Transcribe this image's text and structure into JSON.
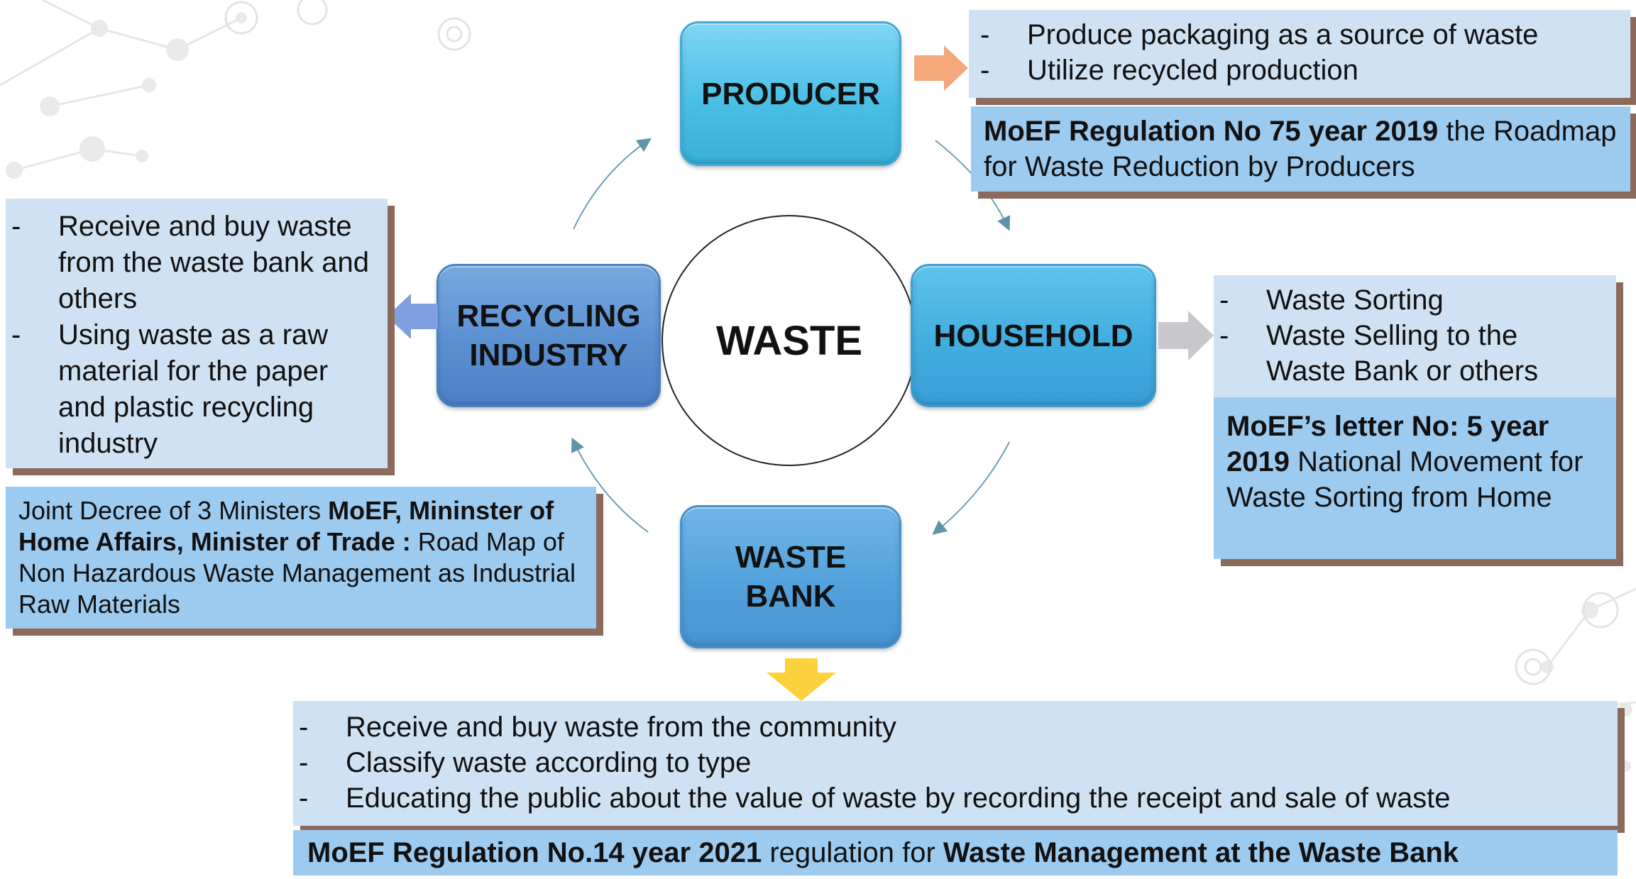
{
  "center": {
    "label": "WASTE"
  },
  "nodes": {
    "producer": "PRODUCER",
    "household": "HOUSEHOLD",
    "recycling_line1": "RECYCLING",
    "recycling_line2": "INDUSTRY",
    "bank_line1": "WASTE",
    "bank_line2": "BANK"
  },
  "producer_info": {
    "bullets": [
      "Produce packaging as a source of waste",
      "Utilize recycled production"
    ],
    "regulation_bold": "MoEF Regulation No 75 year 2019",
    "regulation_text": " the Roadmap for Waste Reduction by Producers"
  },
  "household_info": {
    "bullets": [
      "Waste Sorting",
      "Waste Selling to the Waste Bank or others"
    ],
    "regulation_bold": "MoEF’s letter No: 5 year 2019",
    "regulation_text": " National Movement for Waste Sorting from Home"
  },
  "recycling_info": {
    "bullets": [
      "Receive and buy waste from the waste bank and others",
      "Using waste as a raw material for the paper and plastic recycling industry"
    ],
    "decree_prefix": "Joint Decree of 3 Ministers ",
    "decree_bold": "MoEF, Mininster of Home Affairs, Minister of Trade :",
    "decree_text": " Road Map of Non Hazardous Waste Management as Industrial Raw Materials"
  },
  "bank_info": {
    "bullets": [
      "Receive and buy waste from the community",
      "Classify waste according to type",
      "Educating the public about the value of waste by recording the receipt and sale of waste"
    ],
    "regulation_bold": "MoEF Regulation No.14 year 2021",
    "regulation_mid": " regulation for ",
    "regulation_bold2": "Waste Management at the Waste Bank"
  },
  "colors": {
    "arrow_producer": "#f4a77a",
    "arrow_household": "#c8c8cc",
    "arrow_recycling": "#7f9fe0",
    "arrow_bank": "#fcd13d",
    "box_shadow": "#8c6a5b",
    "box_light": "#cfe2f4",
    "box_mid": "#9dcbef"
  }
}
